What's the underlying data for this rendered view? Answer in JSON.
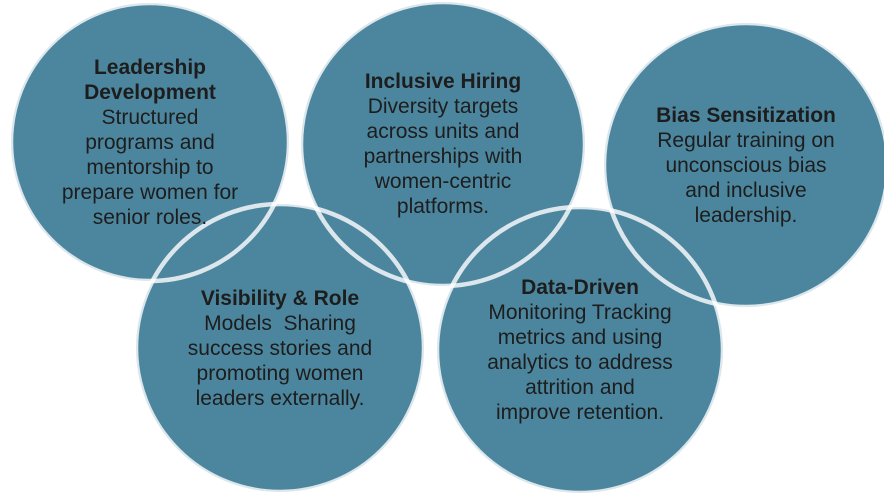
{
  "diagram": {
    "type": "overlapping-circles",
    "colors": {
      "background": "#ffffff",
      "circle_fill": "#4C869E",
      "circle_outline": "#ffffff",
      "text": "#1d1d1d"
    },
    "circles": [
      {
        "id": "leadership-development",
        "title": "Leadership Development",
        "body": "Structured programs and mentorship to prepare women for senior roles.",
        "lines": [
          "Leadership",
          "Development",
          "Structured",
          "programs and",
          "mentorship to",
          "prepare women for",
          "senior roles."
        ]
      },
      {
        "id": "inclusive-hiring",
        "title": "Inclusive Hiring",
        "body": "Diversity targets across units and partnerships with women-centric platforms.",
        "lines": [
          "Inclusive Hiring",
          "Diversity targets",
          "across units and",
          "partnerships with",
          "women-centric",
          "platforms."
        ]
      },
      {
        "id": "bias-sensitization",
        "title": "Bias Sensitization",
        "body": "Regular training on unconscious bias and inclusive leadership.",
        "lines": [
          "Bias Sensitization",
          "Regular training on",
          "unconscious bias",
          "and inclusive",
          "leadership."
        ]
      },
      {
        "id": "visibility-role-models",
        "title": "Visibility & Role Models",
        "body": "Sharing success stories and promoting women leaders externally.",
        "lines": [
          "Visibility & Role",
          "Models  Sharing",
          "success stories and",
          "promoting women",
          "leaders externally."
        ]
      },
      {
        "id": "data-driven-monitoring",
        "title": "Data-Driven Monitoring",
        "body": "Tracking metrics and using analytics to address attrition and improve retention.",
        "lines": [
          "Data-Driven",
          "Monitoring Tracking",
          "metrics and using",
          "analytics to address",
          "attrition and",
          "improve retention."
        ]
      }
    ]
  }
}
